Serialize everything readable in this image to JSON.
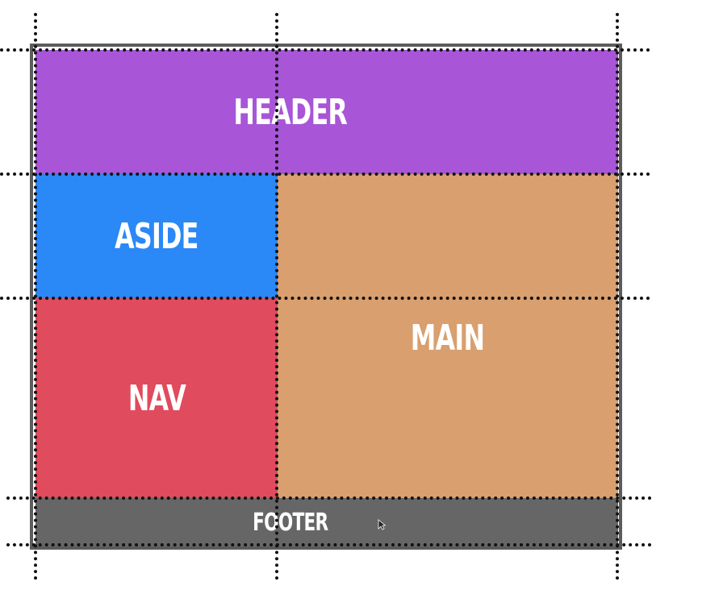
{
  "areas": {
    "header": {
      "label": "HEADER",
      "color": "#a855d8"
    },
    "aside": {
      "label": "ASIDE",
      "color": "#2b88f7"
    },
    "nav": {
      "label": "NAV",
      "color": "#e04b5d"
    },
    "main": {
      "label": "MAIN",
      "color": "#d99f6e"
    },
    "footer": {
      "label": "FOOTER",
      "color": "#666666"
    }
  },
  "frame_color": "#5c5c5c",
  "grid_line_color": "#111111",
  "icons": {
    "cursor": "mouse-pointer-icon"
  }
}
